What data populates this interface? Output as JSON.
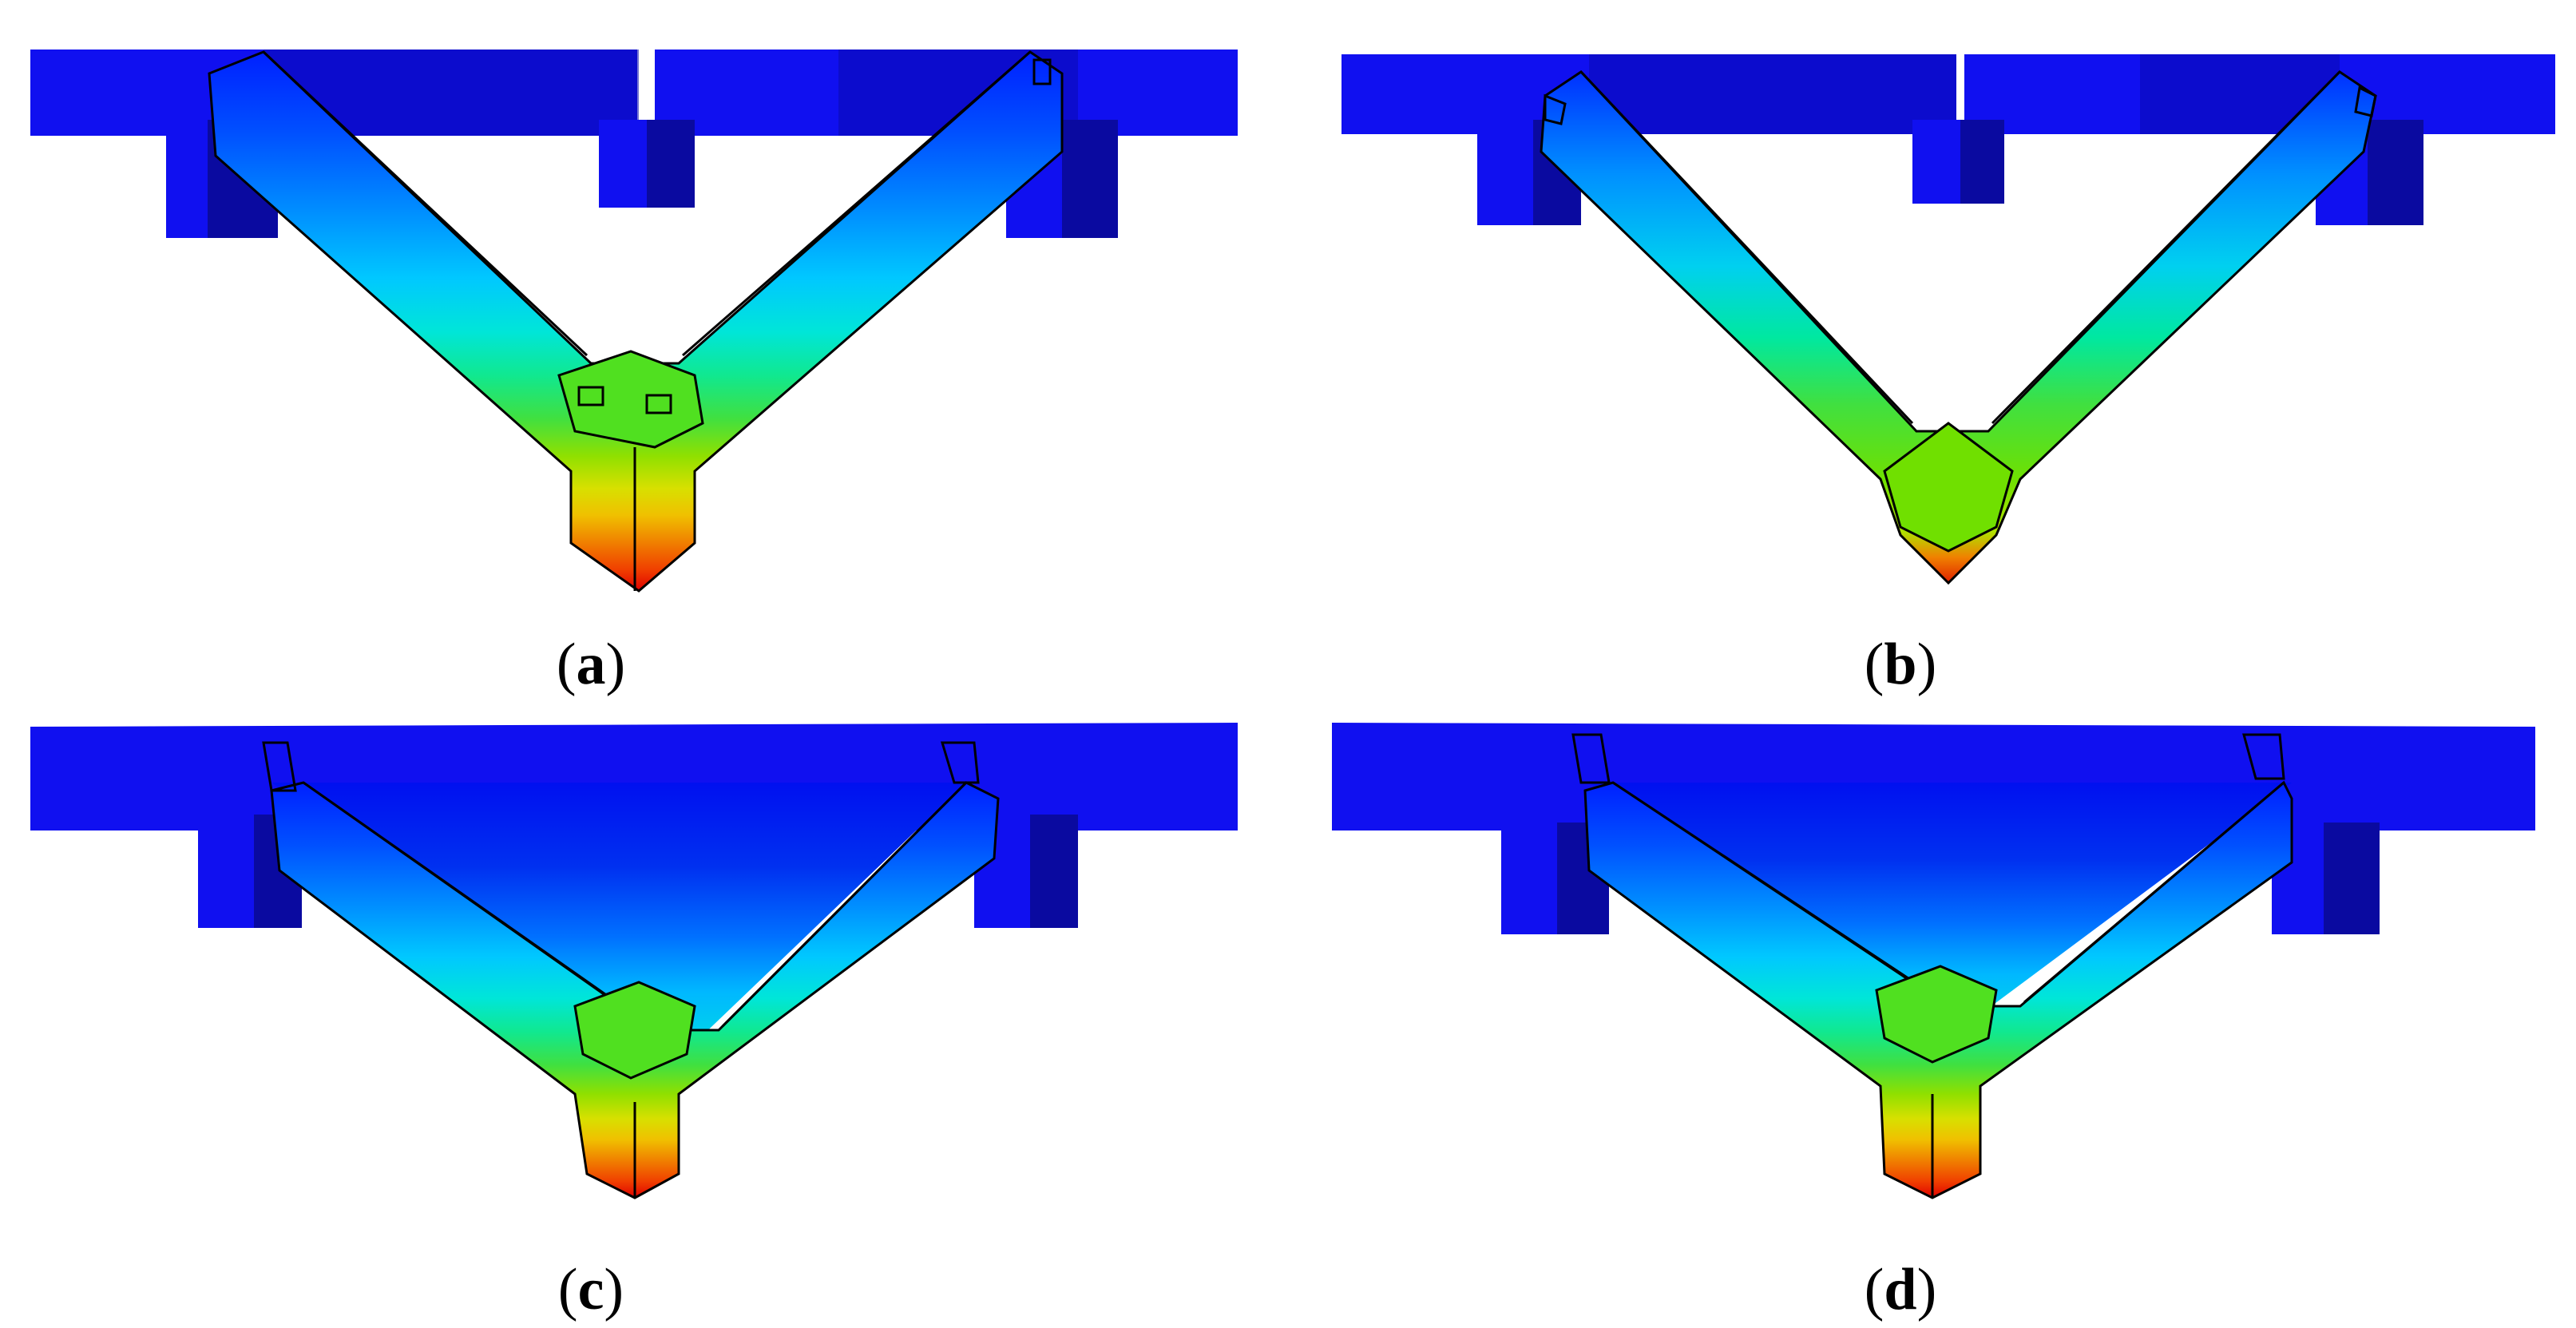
{
  "panels": [
    {
      "id": "a",
      "label": "a"
    },
    {
      "id": "b",
      "label": "b"
    },
    {
      "id": "c",
      "label": "c"
    },
    {
      "id": "d",
      "label": "d"
    }
  ],
  "colors": {
    "beam_blue": "#1010f0",
    "beam_dark": "#0a0a96",
    "contour_scale": [
      "#0000ff",
      "#0040ff",
      "#0080ff",
      "#00b8ff",
      "#00e0e0",
      "#00e890",
      "#30e040",
      "#80e000",
      "#c8e000",
      "#f0c000",
      "#f08000",
      "#f04000",
      "#e00000"
    ]
  }
}
